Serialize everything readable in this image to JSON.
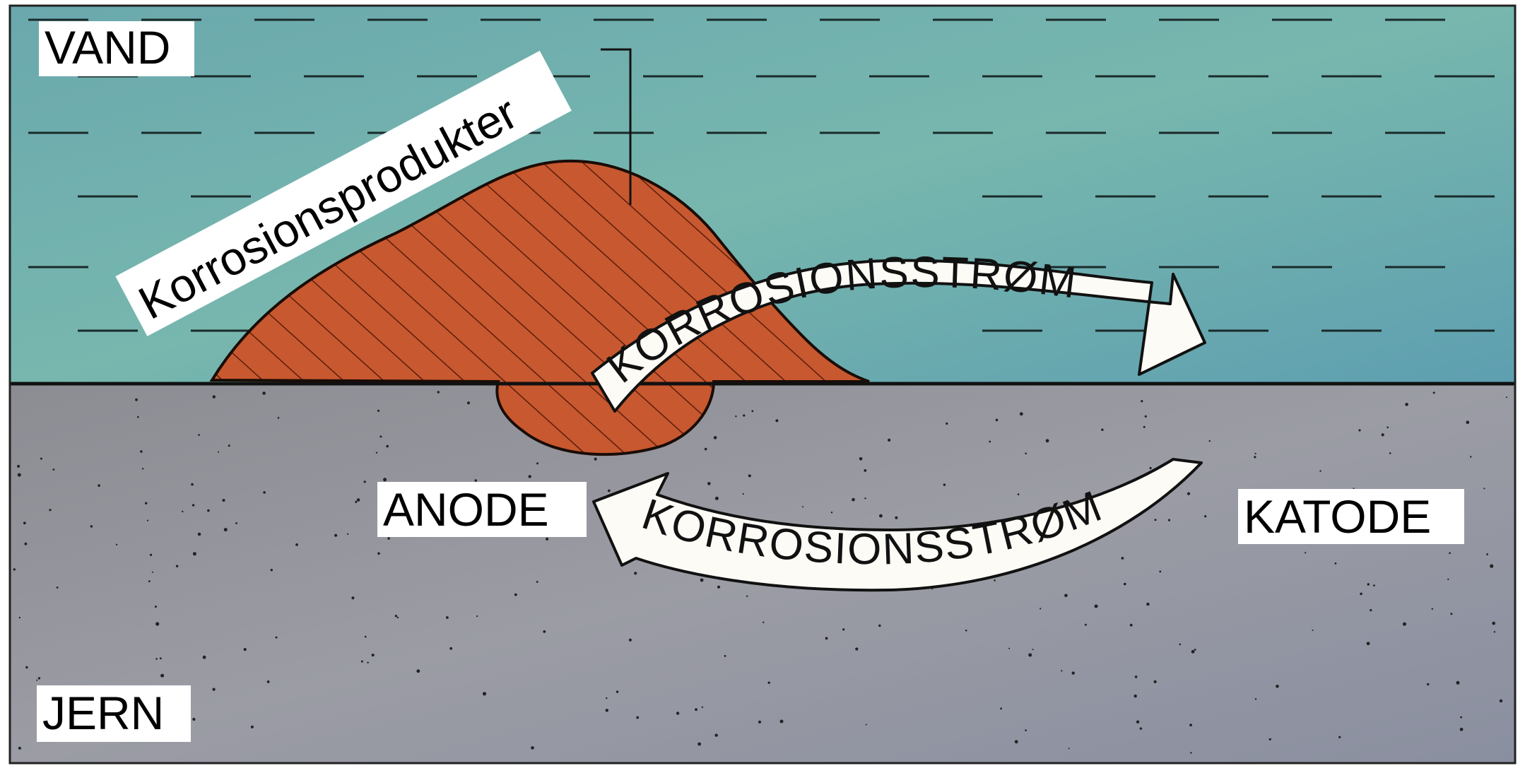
{
  "labels": {
    "water": "VAND",
    "iron": "JERN",
    "anode": "ANODE",
    "cathode": "KATODE",
    "corrosion_products": "Korrosionsprodukter",
    "current_upper": "KORROSIONSSTRØM",
    "current_lower": "KORROSIONSSTRØM"
  },
  "colors": {
    "water": "#5fa3a6",
    "water_light": "#7fbab6",
    "iron": "#8e8e96",
    "iron_light": "#a7a7ae",
    "rust": "#c5532e",
    "rust_dark": "#7a2a14",
    "outline": "#111111",
    "label_bg": "#ffffff"
  }
}
